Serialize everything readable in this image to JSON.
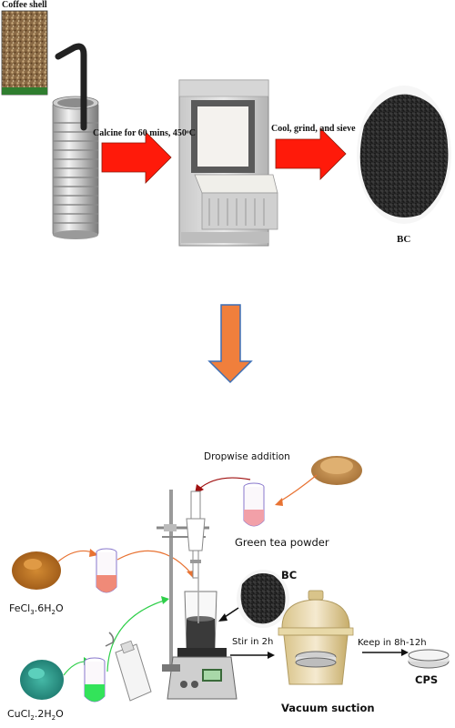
{
  "labels": {
    "coffee_shell": "Coffee shell",
    "calcine": "Calcine for 60 mins, 450ᵒC",
    "cool": "Cool, grind, and sieve",
    "bc_top": "BC",
    "dropwise": "Dropwise addition",
    "green_tea": "Green tea powder",
    "bc_bottom": "BC",
    "fecl3": "FeCl",
    "fecl3_sub1": "3",
    "fecl3_rest": ".6H",
    "fecl3_sub2": "2",
    "fecl3_end": "O",
    "cucl2": "CuCl",
    "cucl2_sub1": "2",
    "cucl2_rest": ".2H",
    "cucl2_sub2": "2",
    "cucl2_end": "O",
    "stir": "Stir in 2h",
    "keep": "Keep in 8h-12h",
    "vacuum": "Vacuum suction",
    "cps": "CPS"
  },
  "colors": {
    "red_arrow": "#ff1a0a",
    "orange_arrow": "#f07f3c",
    "arrow_outline": "#3d6fb5",
    "green_tea": "#c9924a",
    "fecl3_powder": "#c0701f",
    "cucl2_powder": "#2f9a8a",
    "bc_powder": "#1a1a1a"
  }
}
